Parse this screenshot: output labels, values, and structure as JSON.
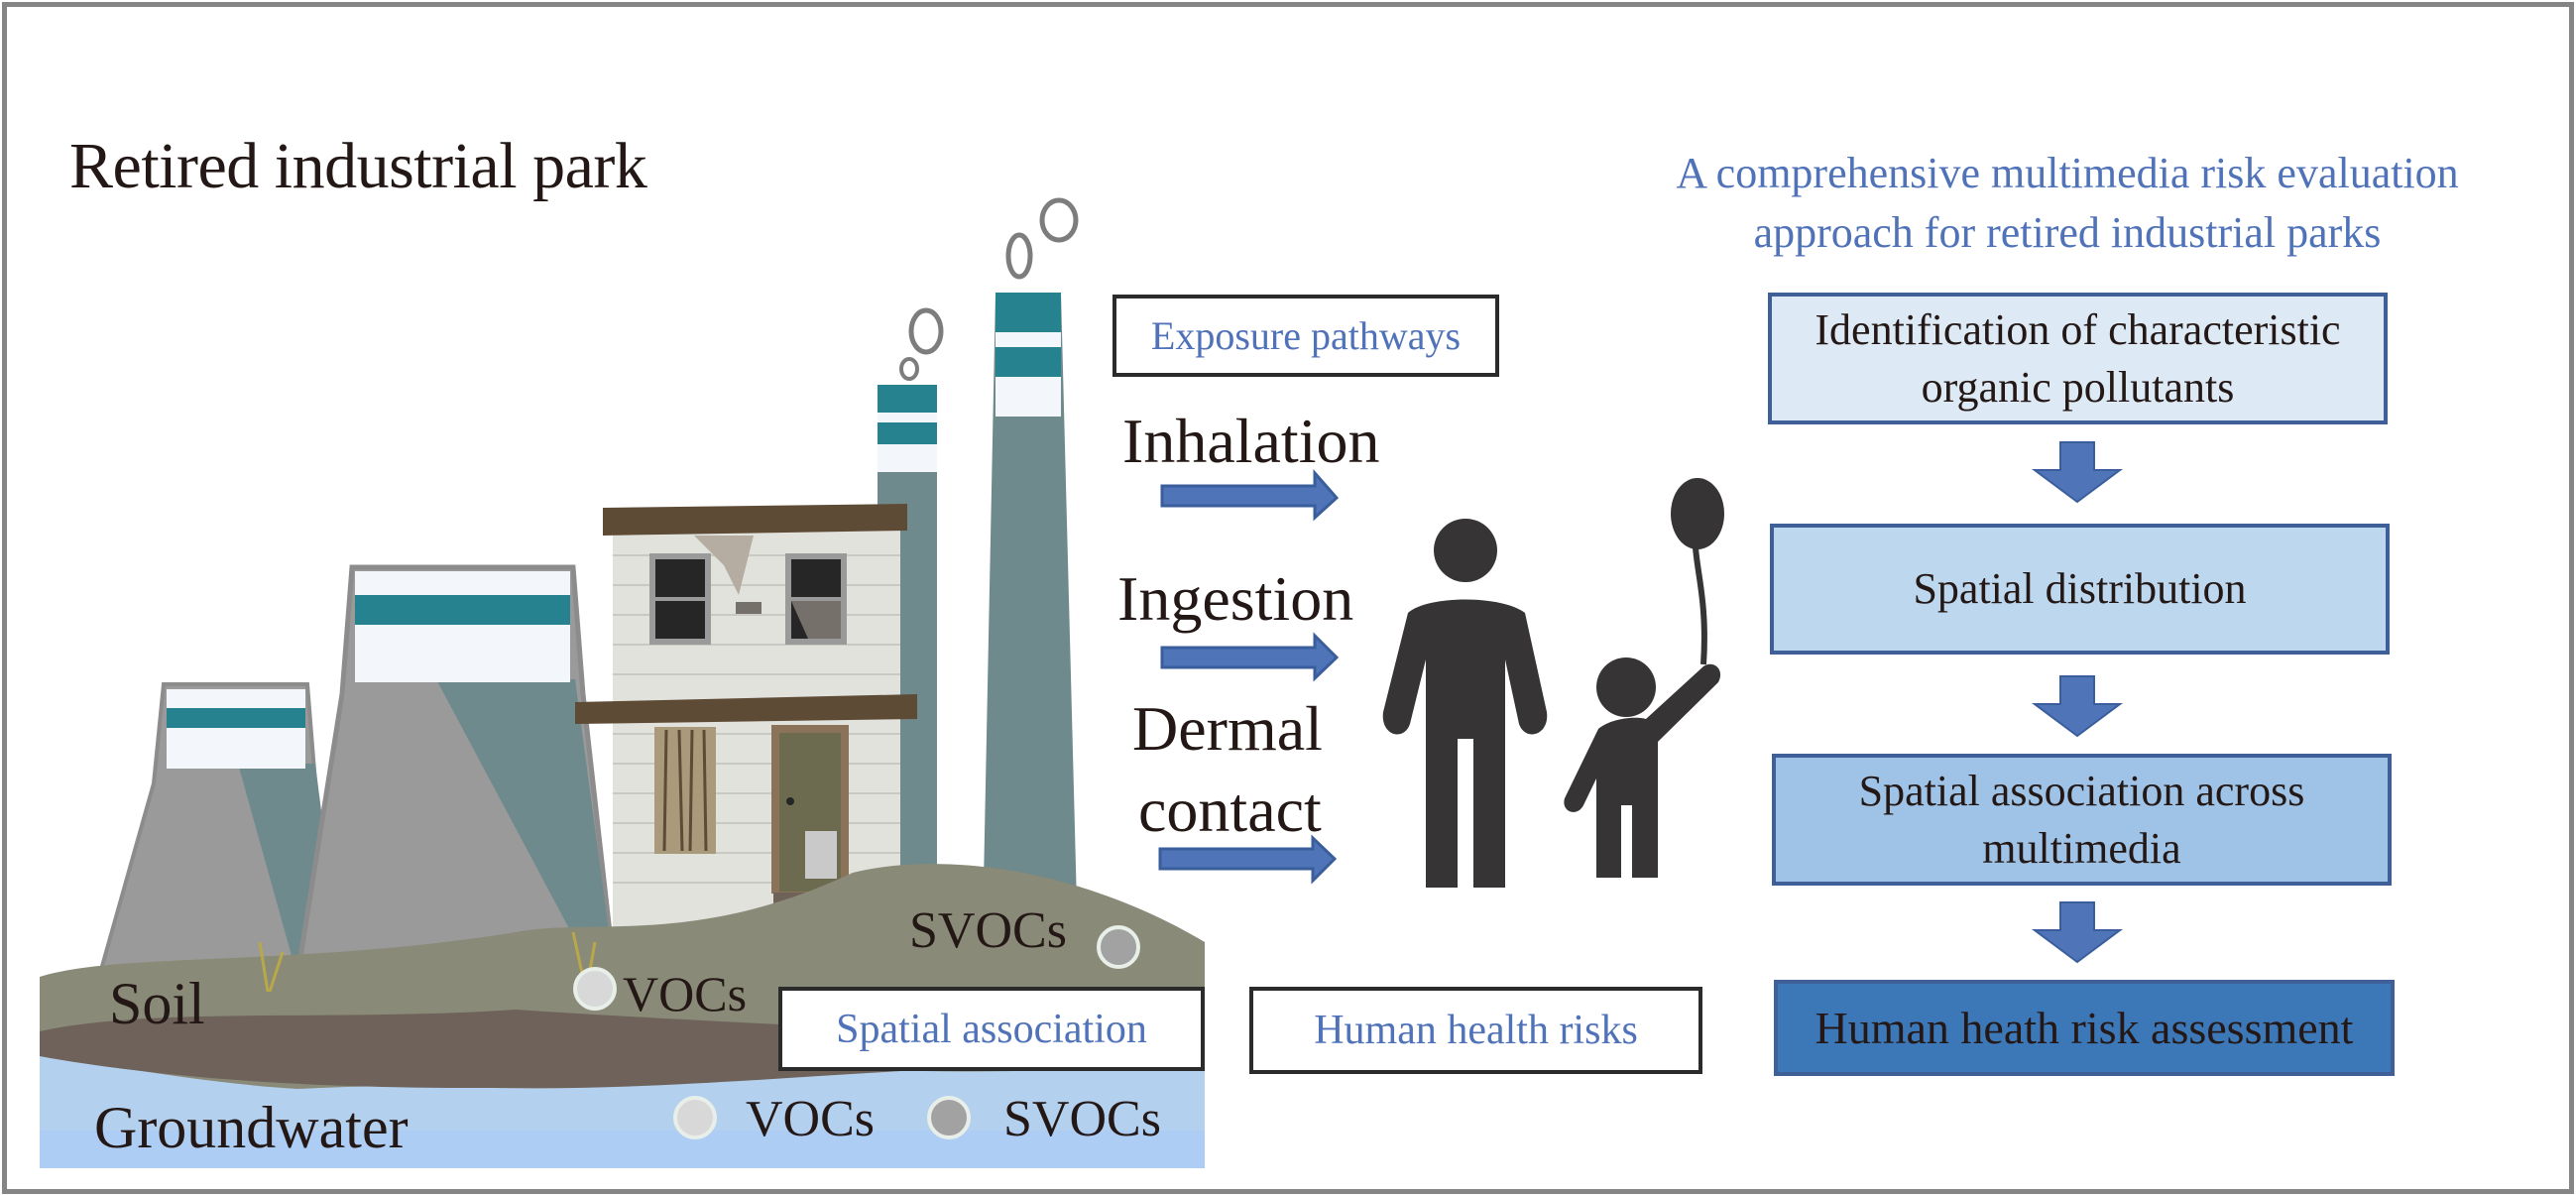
{
  "scene": {
    "title": "Retired industrial park",
    "media": {
      "soil_label": "Soil",
      "groundwater_label": "Groundwater"
    },
    "pollutant_markers": {
      "soil": [
        {
          "label": "VOCs",
          "icon": "light-gray-circle"
        },
        {
          "label": "SVOCs",
          "icon": "dark-gray-circle"
        }
      ],
      "groundwater": [
        {
          "label": "VOCs",
          "icon": "light-gray-circle"
        },
        {
          "label": "SVOCs",
          "icon": "dark-gray-circle"
        }
      ]
    },
    "spatial_association_label": "Spatial association"
  },
  "exposure": {
    "heading": "Exposure pathways",
    "pathways": [
      {
        "label": "Inhalation"
      },
      {
        "label": "Ingestion"
      },
      {
        "label_line1": "Dermal",
        "label_line2": "contact"
      }
    ],
    "receptors_icon": "adult-and-child-icon",
    "outcome_label": "Human health risks"
  },
  "approach": {
    "title_line1": "A comprehensive multimedia risk evaluation",
    "title_line2": "approach for retired industrial parks",
    "steps": [
      {
        "line1": "Identification of characteristic",
        "line2": "organic pollutants",
        "color": "#dde9f5"
      },
      {
        "line1": "Spatial distribution",
        "line2": "",
        "color": "#bdd7ee"
      },
      {
        "line1": "Spatial association across",
        "line2": "multimedia",
        "color": "#9fc3e6"
      },
      {
        "line1": "Human heath risk assessment",
        "line2": "",
        "color": "#3c78b8"
      }
    ]
  },
  "colors": {
    "accent_blue_text": "#4f72b8",
    "arrow_fill": "#4f74b8",
    "arrow_stroke": "#3a5e9c",
    "box_border": "#3f5f99",
    "figure_dark": "#363435",
    "chimney_teal": "#27828f",
    "tower_gray": "#9a9a9a",
    "soil_brown": "#6e625a",
    "soil_olive": "#8a8a78",
    "water_blue": "#b3d0ee"
  }
}
